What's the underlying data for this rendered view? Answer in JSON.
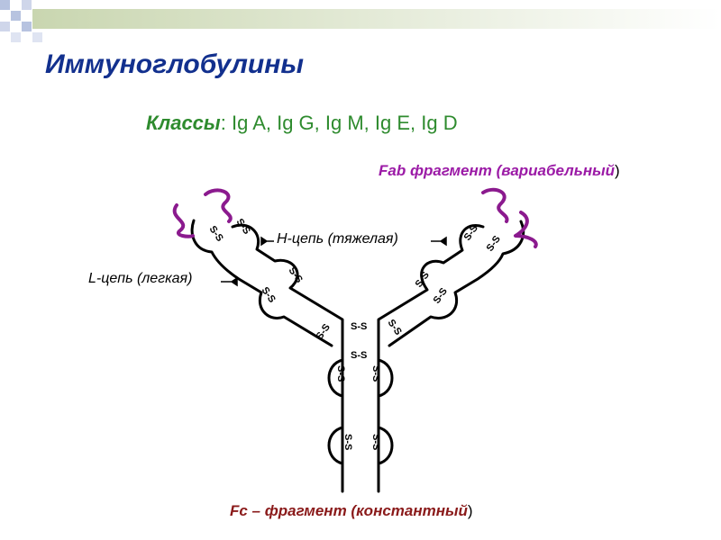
{
  "title": "Иммуноглобулины",
  "classes": {
    "label": "Классы",
    "sep": ": ",
    "list": "Ig A, Ig G, Ig M, Ig E, Ig D"
  },
  "fab_fragment": {
    "text": "Fab фрагмент (вариабельный",
    "close_paren": ")"
  },
  "heavy_chain_label": "Н-цепь (тяжелая)",
  "light_chain_label": "L-цепь (легкая)",
  "fc_fragment": {
    "text": "Fc – фрагмент (константный",
    "close_paren": ")"
  },
  "disulfide": "S-S",
  "colors": {
    "title": "#12308e",
    "classes": "#2e8b2e",
    "fab": "#9b1aa6",
    "fc": "#8a1a1a",
    "antigen": "#8b1a8e"
  }
}
